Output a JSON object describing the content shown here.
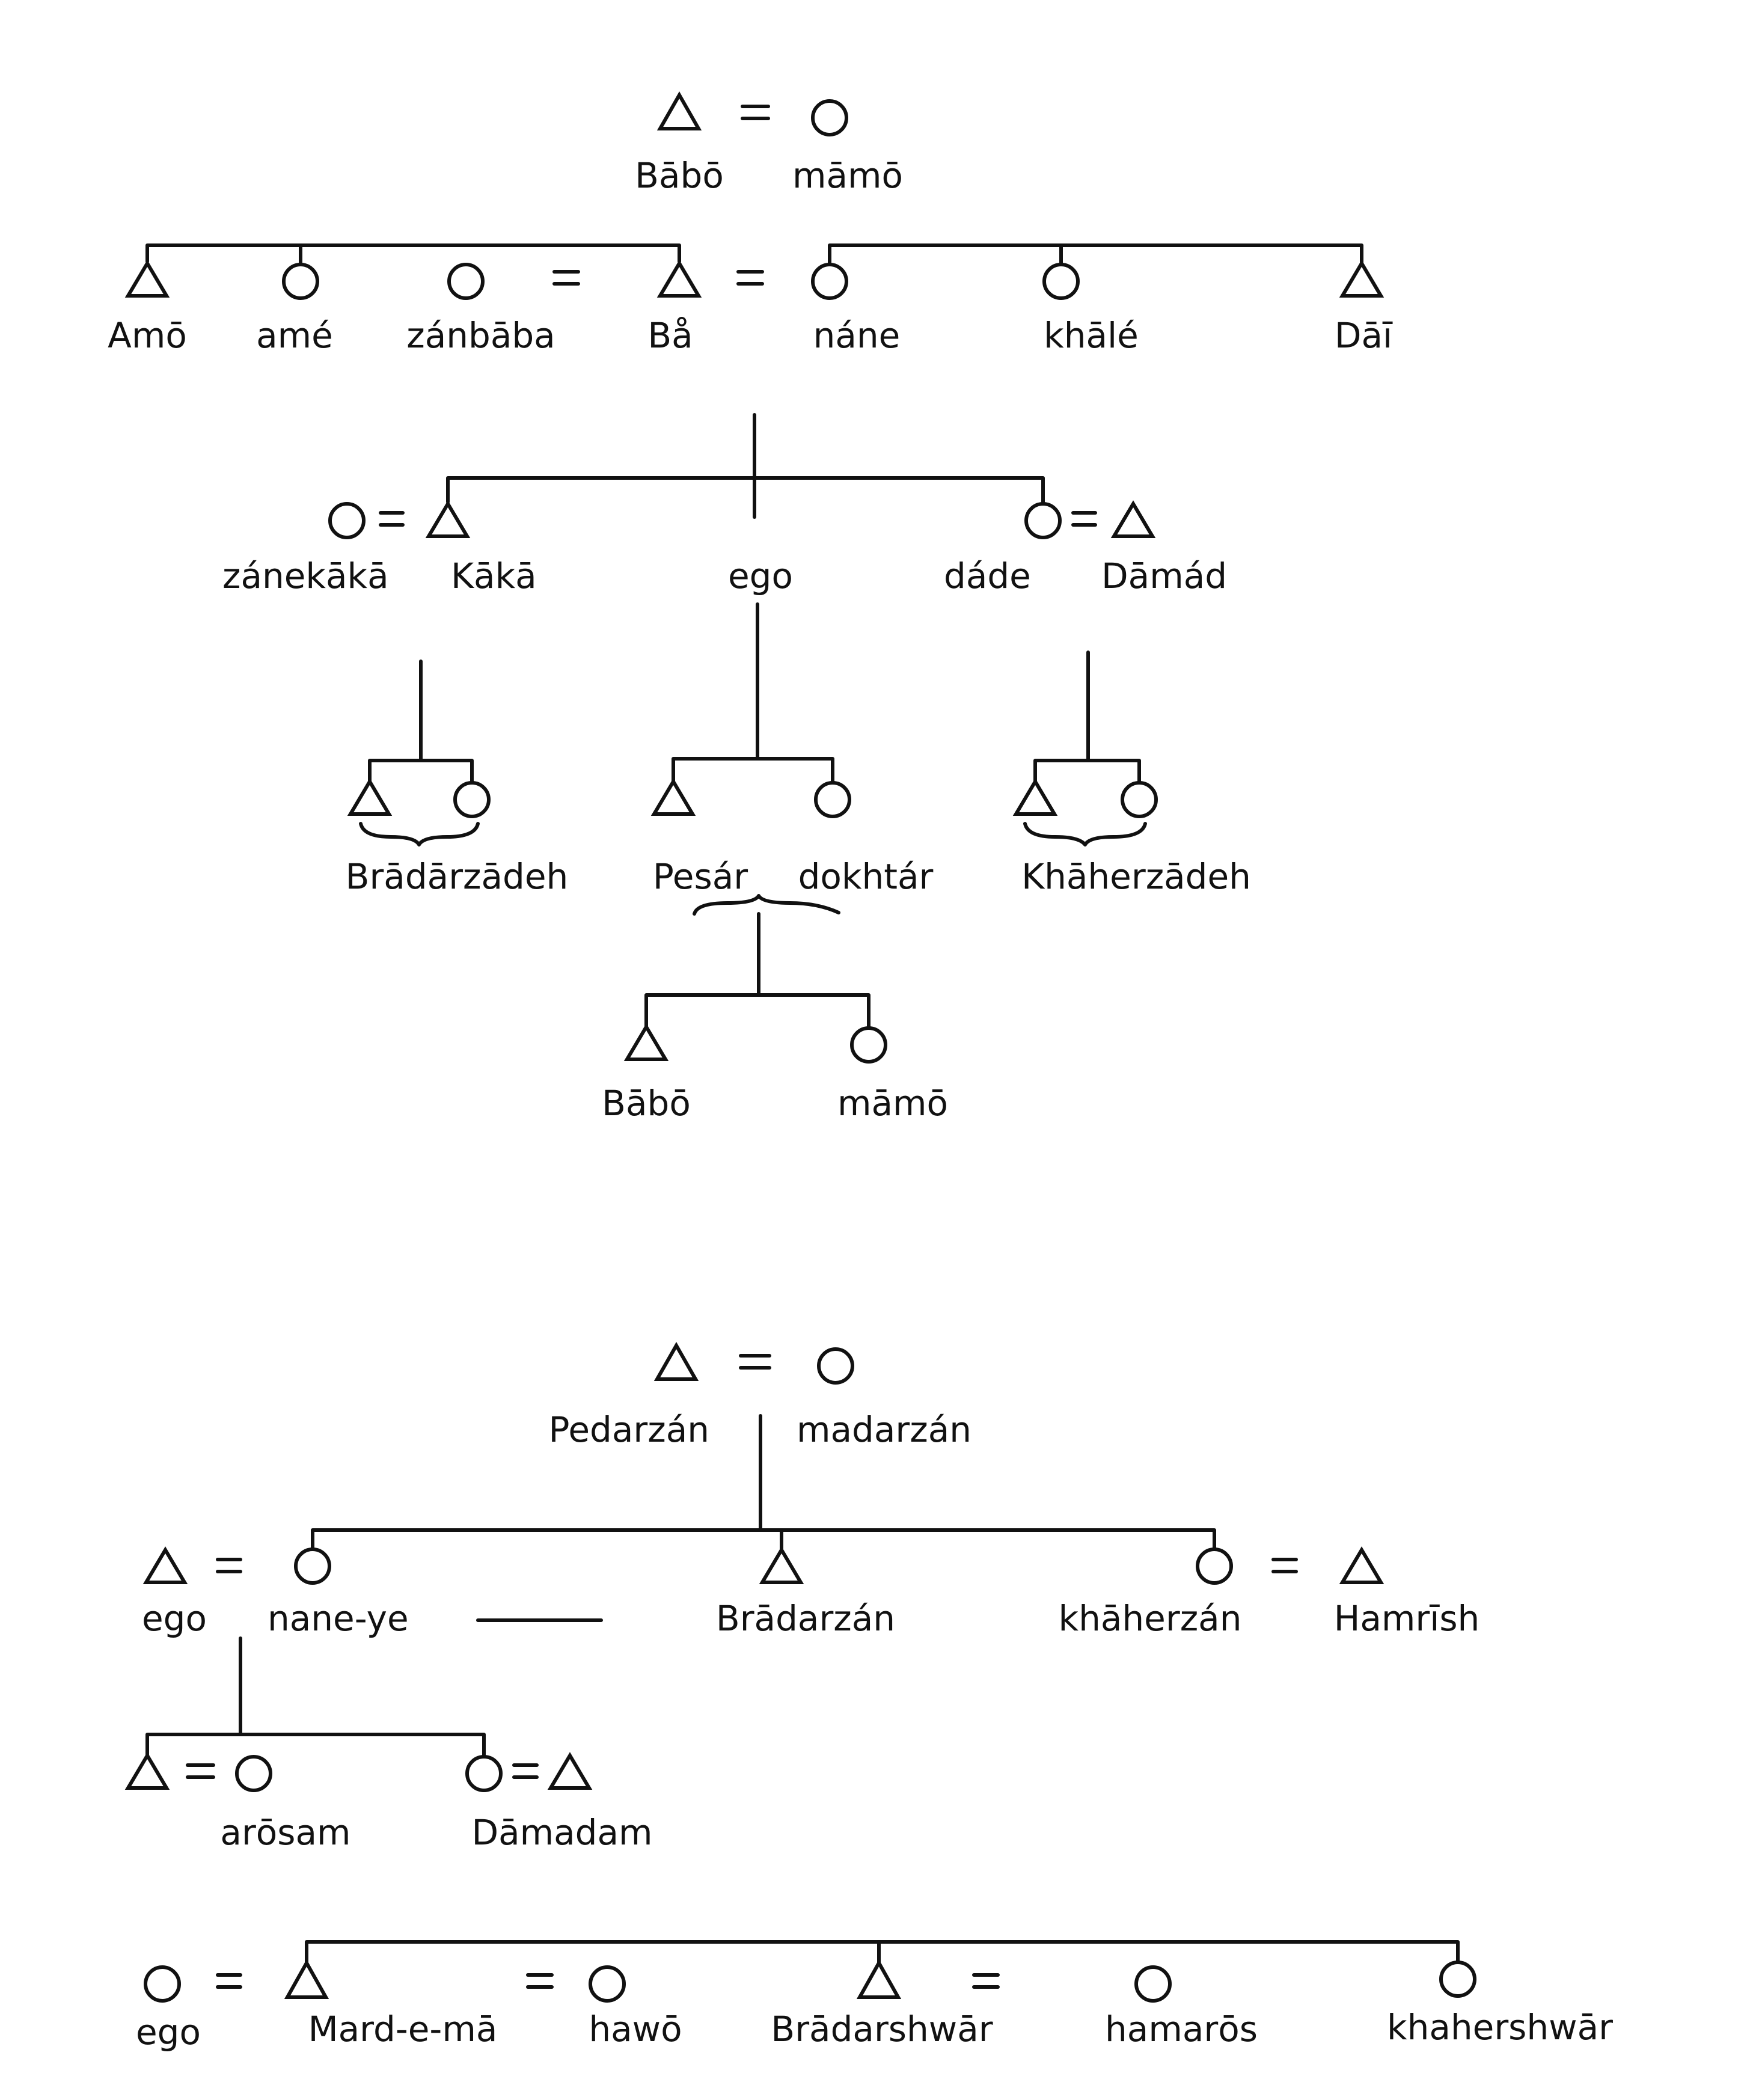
{
  "diagram_1": {
    "grandparents": {
      "father": "Bābō",
      "mother": "māmō"
    },
    "paternal_siblings": {
      "uncle": "Amō",
      "aunt": "amé",
      "uncles_wife": "zánbāba"
    },
    "father": "Bå",
    "mother": "náne",
    "maternal_siblings": {
      "aunt": "khālé",
      "uncle": "Dāī"
    },
    "ego_generation": {
      "sister_in_law": "zánekākā",
      "brother": "Kākā",
      "ego": "ego",
      "sister": "dáde",
      "sister_husband": "Dāmád"
    },
    "children": {
      "brothers_children": "Brādārzādeh",
      "son": "Pesár",
      "daughter": "dokhtár",
      "sisters_children": "Khāherzādeh"
    },
    "grandchildren": {
      "grandson": "Bābō",
      "granddaughter": "māmō"
    }
  },
  "diagram_2": {
    "parents_in_law": {
      "father": "Pedarzán",
      "mother": "madarzán"
    },
    "ego": "ego",
    "wife": "nane-ye",
    "wife_brother": "Brādarzán",
    "wife_sister": "khāherzán",
    "wife_sister_husband": "Hamrīsh",
    "children_in_law": {
      "daughter_in_law": "arōsam",
      "son_in_law": "Dāmadam"
    }
  },
  "diagram_3": {
    "ego": "ego",
    "husband": "Mard-e-mā",
    "husbands_brothers_wife": "hawō",
    "husbands_brother": "Brādarshwār",
    "husbands_brother_wife": "hamarōs",
    "husbands_sister": "khahershwār"
  }
}
